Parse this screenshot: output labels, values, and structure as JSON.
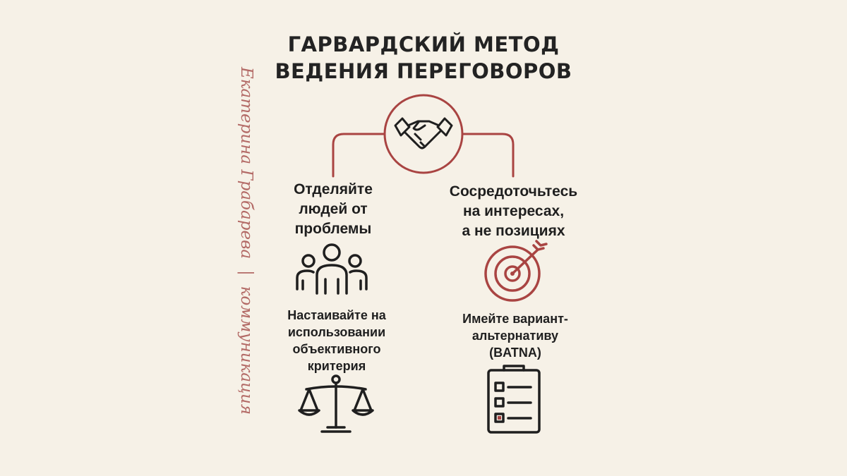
{
  "title": {
    "line1": "ГАРВАРДСКИЙ МЕТОД",
    "line2": "ВЕДЕНИЯ ПЕРЕГОВОРОВ"
  },
  "author": {
    "name": "Екатерина Грабарева",
    "separator": "|",
    "topic": "коммуникация"
  },
  "principles": [
    {
      "lines": [
        "Отделяйте",
        "людей от",
        "проблемы"
      ],
      "icon": "people-group-icon"
    },
    {
      "lines": [
        "Сосредоточьтесь",
        "на интересах,",
        "а не позициях"
      ],
      "icon": "target-arrow-icon"
    },
    {
      "lines": [
        "Настаивайте на",
        "использовании",
        "объективного",
        "критерия"
      ],
      "icon": "scales-icon"
    },
    {
      "lines": [
        "Имейте вариант-",
        "альтернативу",
        "(BATNA)"
      ],
      "icon": "clipboard-checklist-icon"
    }
  ],
  "center_icon": "handshake-icon",
  "colors": {
    "background": "#f6f1e7",
    "accent": "#a94442",
    "text": "#1f1f1f",
    "author": "#b36a66"
  }
}
